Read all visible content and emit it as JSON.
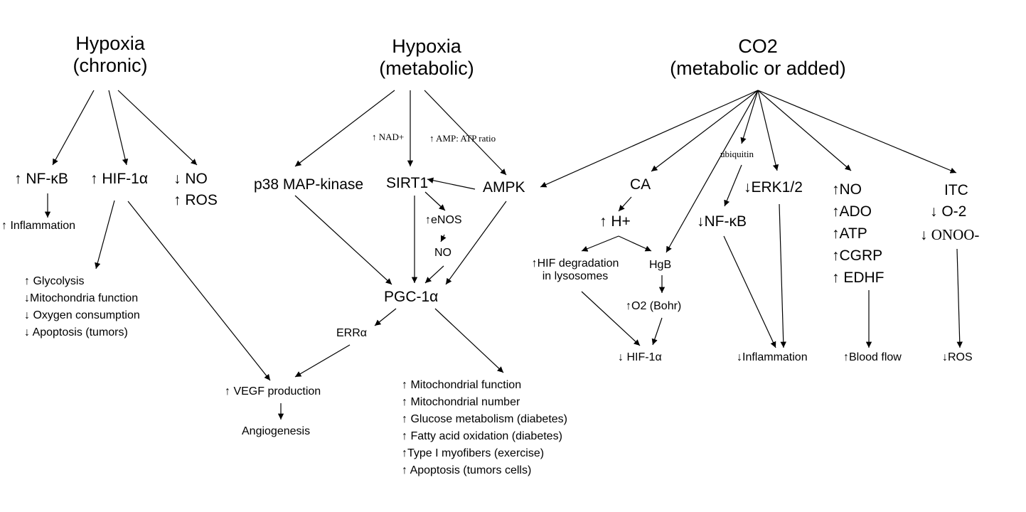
{
  "headers": {
    "hypoxia_chronic": [
      "Hypoxia",
      "(chronic)"
    ],
    "hypoxia_metabolic": [
      "Hypoxia",
      "(metabolic)"
    ],
    "co2": [
      "CO2",
      "(metabolic or added)"
    ]
  },
  "chronic": {
    "nfkb": "↑ NF-κB",
    "hif": "↑ HIF-1α",
    "no": "↓ NO",
    "ros": "↑ ROS",
    "inflammation": "↑ Inflammation",
    "effects": [
      "↑ Glycolysis",
      "↓Mitochondria function",
      "↓ Oxygen consumption",
      "↓ Apoptosis (tumors)"
    ],
    "vegf": "↑ VEGF production",
    "angiogenesis": "Angiogenesis"
  },
  "metabolic": {
    "nad": "↑ NAD+",
    "amp_atp": "↑ AMP: ATP ratio",
    "p38": "p38 MAP-kinase",
    "sirt1": "SIRT1",
    "ampk": "AMPK",
    "enos": "↑eNOS",
    "no": "NO",
    "pgc": "PGC-1α",
    "erra": "ERRα",
    "effects": [
      "↑  Mitochondrial function",
      "↑  Mitochondrial number",
      "↑ Glucose metabolism (diabetes)",
      "↑ Fatty acid oxidation (diabetes)",
      "↑Type I myofibers (exercise)",
      "↑ Apoptosis (tumors cells)"
    ]
  },
  "co2": {
    "ca": "CA",
    "hplus": "↑ H+",
    "hif_degradation": [
      "↑HIF degradation",
      "in lysosomes"
    ],
    "hgb": "HgB",
    "o2_bohr": "↑O2 (Bohr)",
    "hif_down": "↓ HIF-1α",
    "ubiquitin": "ubiquitin",
    "nfkb": "↓NF-κB",
    "erk": "↓ERK1/2",
    "inflammation": "↓Inflammation",
    "vaso": [
      "↑NO",
      "↑ADO",
      "↑ATP",
      "↑CGRP",
      "↑ EDHF"
    ],
    "blood_flow": "↑Blood flow",
    "itc": "ITC",
    "o2": "↓ O-2",
    "onoo": "↓ ONOO-",
    "ros": "↓ROS"
  }
}
